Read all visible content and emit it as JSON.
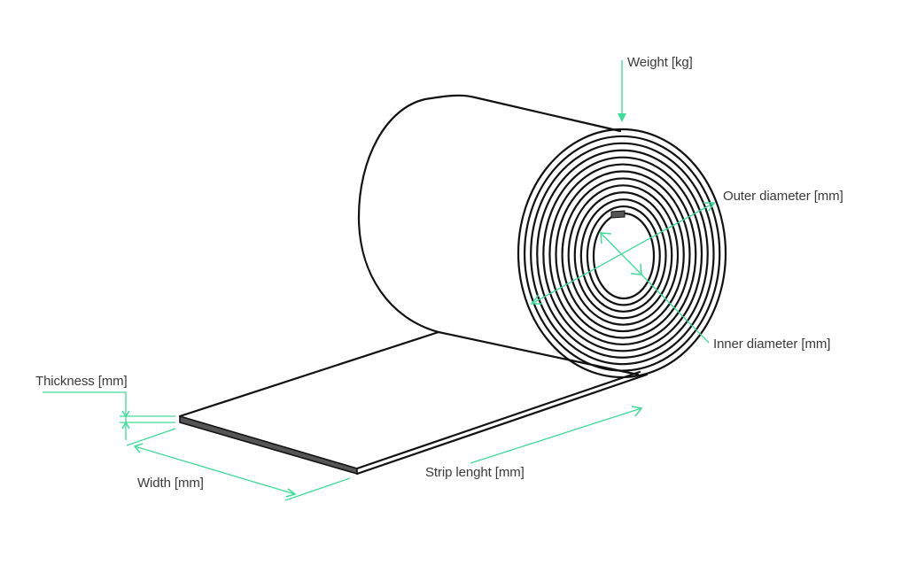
{
  "diagram": {
    "subject": "Rolled metal strip coil with dimension callouts",
    "accent_color": "#3ddc97",
    "line_color": "#111111",
    "edge_fill_color": "#555555",
    "labels": {
      "weight": "Weight [kg]",
      "outer_diameter": "Outer diameter [mm]",
      "inner_diameter": "Inner diameter [mm]",
      "thickness": "Thickness [mm]",
      "width": "Width [mm]",
      "strip_length": "Strip lenght [mm]"
    },
    "coil": {
      "ring_count": 13
    }
  }
}
